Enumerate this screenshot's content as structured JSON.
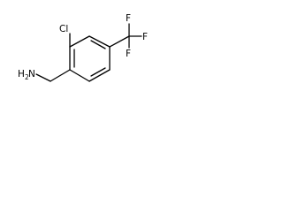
{
  "molecule": {
    "atoms": {
      "amine_n": "H",
      "amine_h_count": "2",
      "amine_n_symbol": "N",
      "chlorine": "Cl",
      "fluorine_top": "F",
      "fluorine_right": "F",
      "fluorine_bottom": "F"
    },
    "colors": {
      "bond": "#000000",
      "label": "#000000",
      "background": "#ffffff"
    }
  }
}
